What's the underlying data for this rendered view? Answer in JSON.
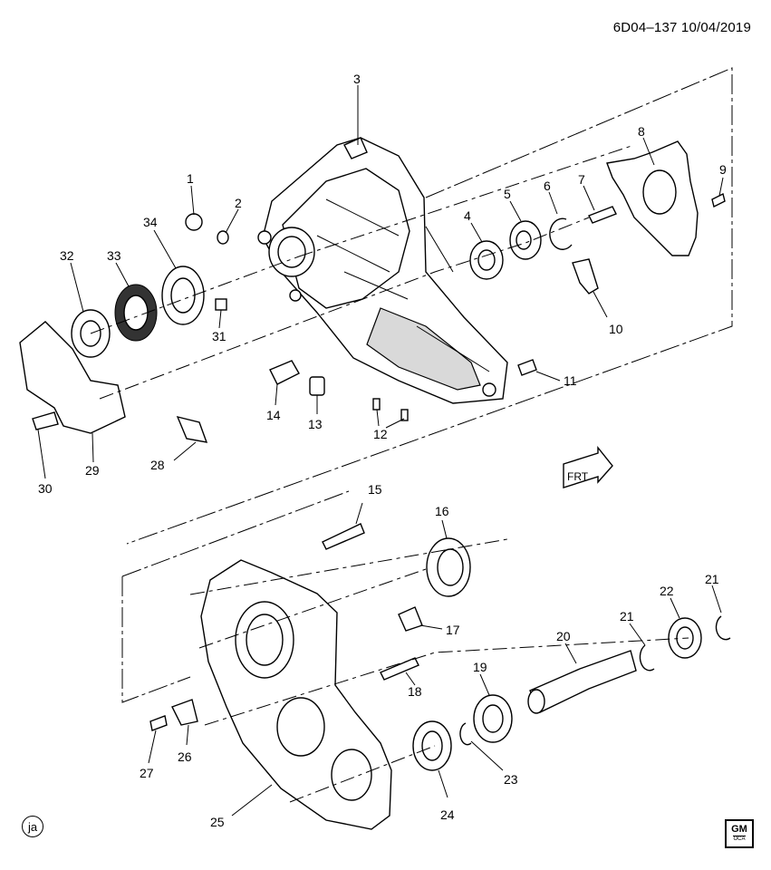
{
  "header": {
    "code": "6D04–137  10/04/2019"
  },
  "footer": {
    "corner_tag": "ja",
    "logo_top": "GM",
    "logo_bottom": "OCA"
  },
  "frt_label": "FRT",
  "parts": [
    {
      "id": "p1",
      "label": "1"
    },
    {
      "id": "p2",
      "label": "2"
    },
    {
      "id": "p3",
      "label": "3"
    },
    {
      "id": "p4",
      "label": "4"
    },
    {
      "id": "p5",
      "label": "5"
    },
    {
      "id": "p6",
      "label": "6"
    },
    {
      "id": "p7",
      "label": "7"
    },
    {
      "id": "p8",
      "label": "8"
    },
    {
      "id": "p9",
      "label": "9"
    },
    {
      "id": "p10",
      "label": "10"
    },
    {
      "id": "p11",
      "label": "11"
    },
    {
      "id": "p12",
      "label": "12"
    },
    {
      "id": "p13",
      "label": "13"
    },
    {
      "id": "p14",
      "label": "14"
    },
    {
      "id": "p15",
      "label": "15"
    },
    {
      "id": "p16",
      "label": "16"
    },
    {
      "id": "p17",
      "label": "17"
    },
    {
      "id": "p18",
      "label": "18"
    },
    {
      "id": "p19",
      "label": "19"
    },
    {
      "id": "p20",
      "label": "20"
    },
    {
      "id": "p21a",
      "label": "21"
    },
    {
      "id": "p21b",
      "label": "21"
    },
    {
      "id": "p22",
      "label": "22"
    },
    {
      "id": "p23",
      "label": "23"
    },
    {
      "id": "p24",
      "label": "24"
    },
    {
      "id": "p25",
      "label": "25"
    },
    {
      "id": "p26",
      "label": "26"
    },
    {
      "id": "p27",
      "label": "27"
    },
    {
      "id": "p28",
      "label": "28"
    },
    {
      "id": "p29",
      "label": "29"
    },
    {
      "id": "p30",
      "label": "30"
    },
    {
      "id": "p31",
      "label": "31"
    },
    {
      "id": "p32",
      "label": "32"
    },
    {
      "id": "p33",
      "label": "33"
    },
    {
      "id": "p34",
      "label": "34"
    }
  ]
}
